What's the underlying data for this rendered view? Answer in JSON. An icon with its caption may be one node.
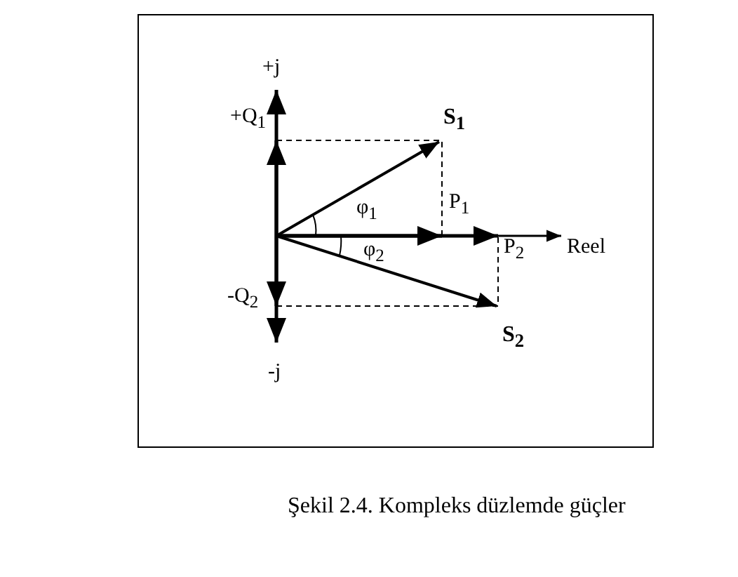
{
  "diagram": {
    "caption": "Şekil 2.4. Kompleks düzlemde güçler",
    "labels": [
      "+j",
      "+Q$_{1}$",
      "S$_{1}$",
      "φ$_{1}$",
      "P$_{1}$",
      "φ$_{2}$",
      "P$_{2}$",
      "Reel",
      "-Q$_{2}$",
      "S$_{2}$",
      "-j"
    ]
  }
}
